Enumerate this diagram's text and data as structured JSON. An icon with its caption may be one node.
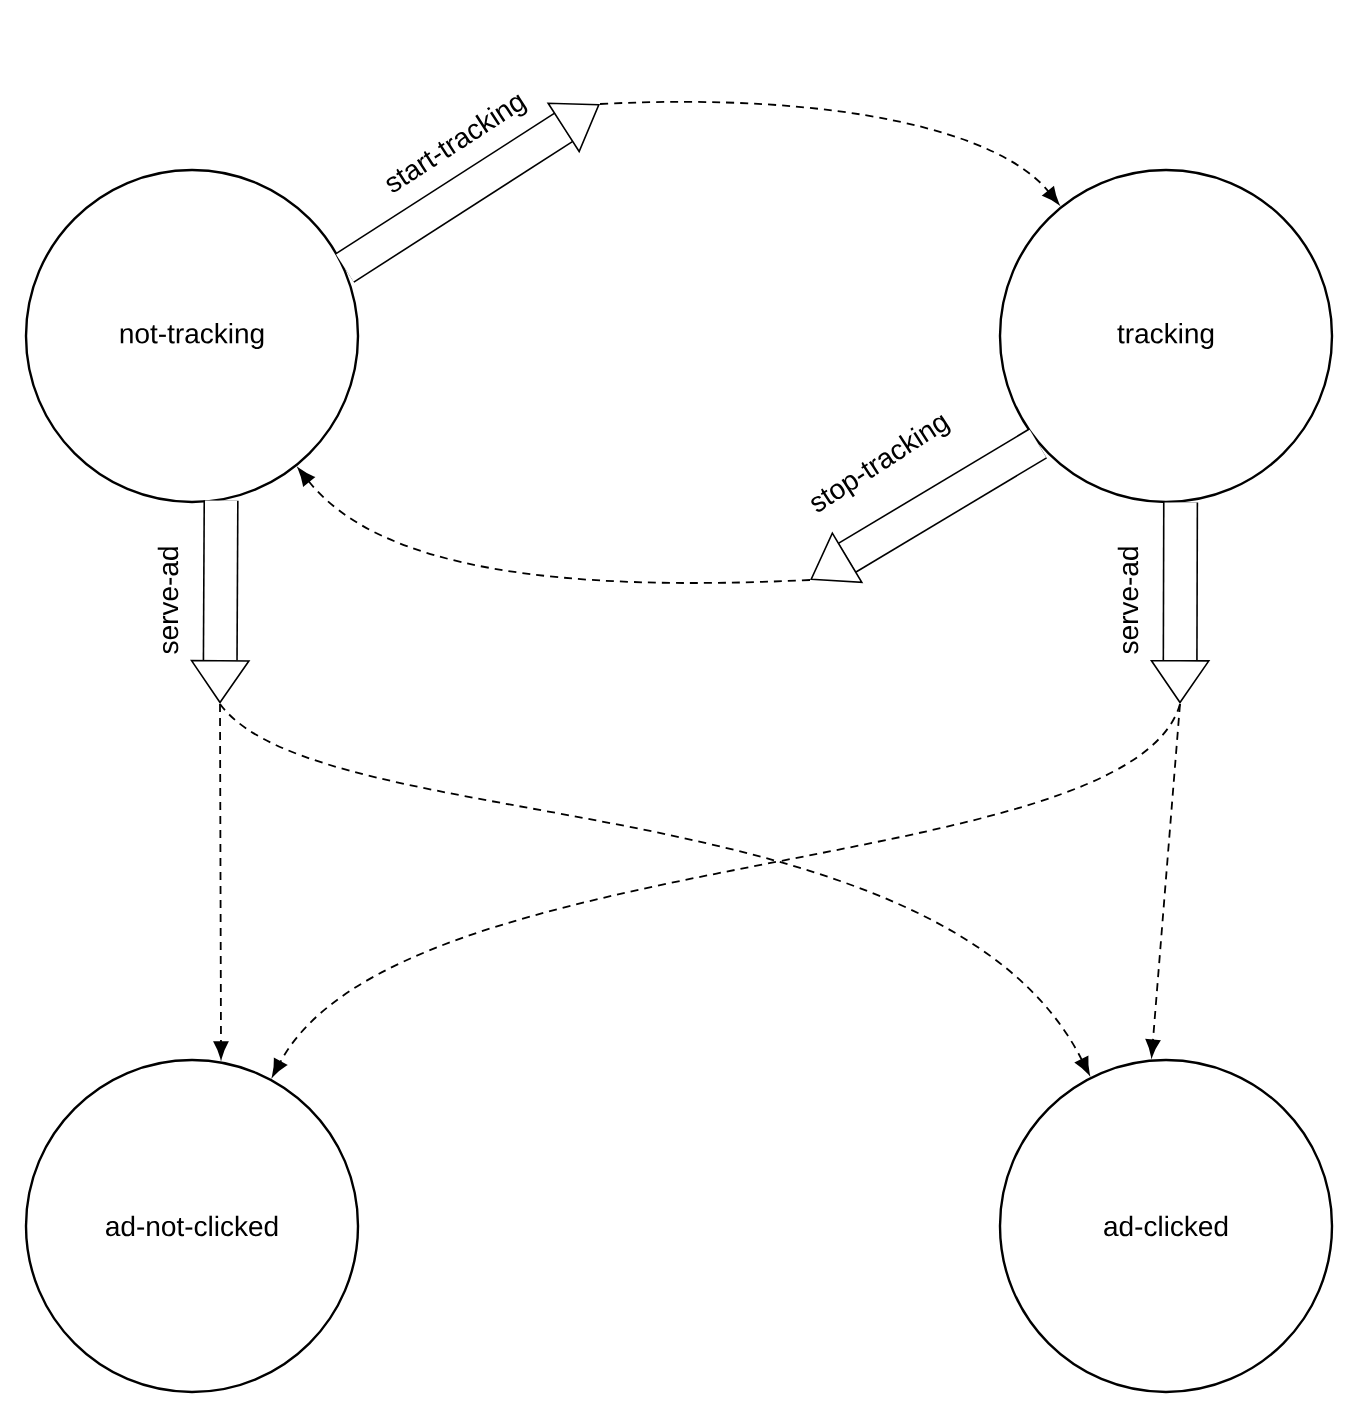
{
  "diagram": {
    "nodes": [
      {
        "text": [
          "not-tracking"
        ]
      },
      {
        "text": [
          "tracking"
        ]
      },
      {
        "text": [
          "ad-not-clicked"
        ]
      },
      {
        "text": [
          "ad-clicked"
        ]
      }
    ],
    "edges": [
      {
        "from": 0,
        "to": null,
        "arrow": "to",
        "label": "start-tracking",
        "style": "thick"
      },
      {
        "from": 1,
        "to": null,
        "arrow": "to",
        "label": "stop-tracking",
        "style": "thick"
      },
      {
        "from": 0,
        "to": null,
        "arrow": "to",
        "label": "serve-ad",
        "style": "thick"
      },
      {
        "from": 1,
        "to": null,
        "arrow": "to",
        "label": "serve-ad",
        "style": "thick"
      },
      {
        "from": null,
        "to": 1,
        "arrow": "to",
        "style": "dashed"
      },
      {
        "from": null,
        "to": 0,
        "arrow": "to",
        "style": "dashed"
      },
      {
        "from": null,
        "to": 2,
        "arrow": "to",
        "style": "dashed"
      },
      {
        "from": null,
        "to": 3,
        "arrow": "to",
        "style": "dashed"
      },
      {
        "from": null,
        "to": 2,
        "arrow": "to",
        "style": "dashed"
      },
      {
        "from": null,
        "to": 3,
        "arrow": "to",
        "style": "dashed"
      }
    ]
  }
}
